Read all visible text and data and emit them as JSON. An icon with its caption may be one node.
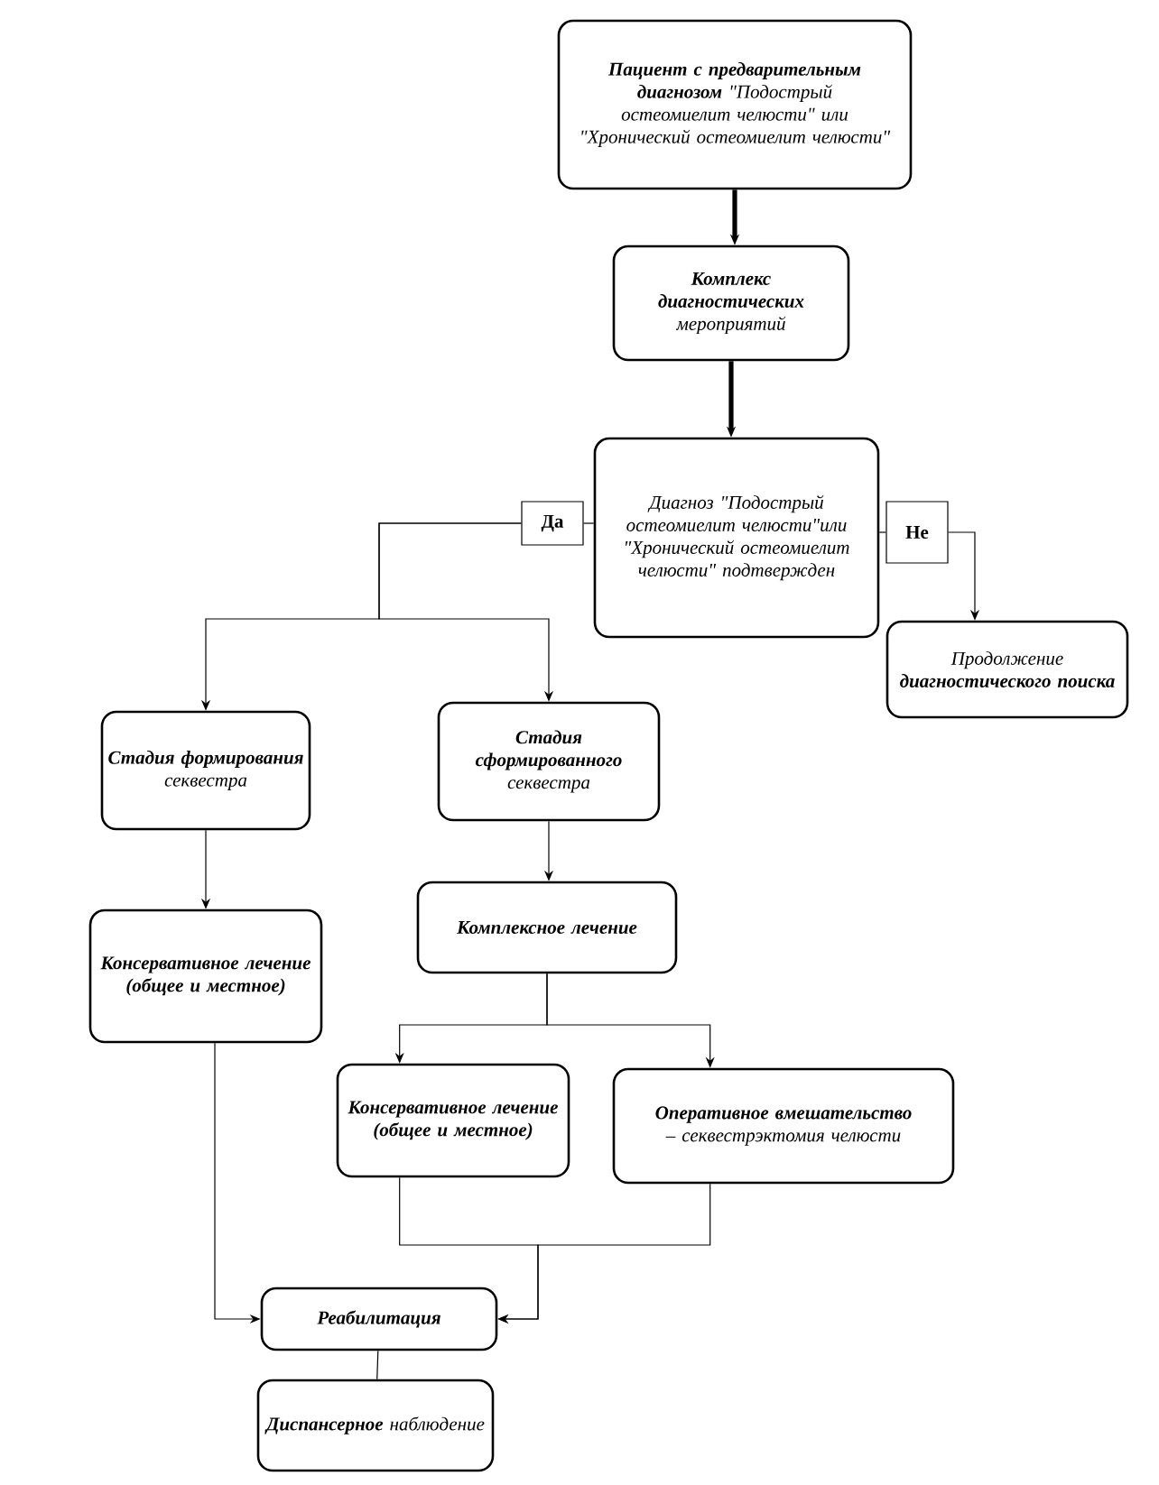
{
  "diagram": {
    "nodes": [
      {
        "text": [
          "**Пациент с предварительным диагнозом** \"Подострый остеомиелит челюсти\" или \"Хронический остеомиелит челюсти\""
        ]
      },
      {
        "text": [
          "**Комплекс диагностических** мероприятий"
        ]
      },
      {
        "text": [
          "Диагноз \"Подострый остеомиелит челюсти\"или \"Хронический остеомиелит челюсти\" подтвержден"
        ]
      },
      {
        "text": [
          "Да"
        ]
      },
      {
        "text": [
          "Не"
        ]
      },
      {
        "text": [
          "Продолжение **диагностического поиска**"
        ]
      },
      {
        "text": [
          "**Стадия формирования** секвестра"
        ]
      },
      {
        "text": [
          "**Стадия сформированного** секвестра"
        ]
      },
      {
        "text": [
          "Комплексное лечение"
        ]
      },
      {
        "text": [
          "Консервативное лечение (общее и местное)"
        ]
      },
      {
        "text": [
          "Консервативное лечение (общее и местное)"
        ]
      },
      {
        "text": [
          "**Оперативное вмешательство** – секвестрэктомия челюсти"
        ]
      },
      {
        "text": [
          "Реабилитация"
        ]
      },
      {
        "text": [
          "**Диспансерное** наблюдение"
        ]
      }
    ],
    "edges": [
      {
        "from": 0,
        "to": 1,
        "arrow": "to",
        "style": "thick"
      },
      {
        "from": 1,
        "to": 2,
        "arrow": "to",
        "style": "thick"
      },
      {
        "from": 2,
        "to": 3,
        "arrow": "none"
      },
      {
        "from": 3,
        "to": 6,
        "arrow": "to"
      },
      {
        "from": 3,
        "to": 7,
        "arrow": "to"
      },
      {
        "from": 2,
        "to": 4,
        "arrow": "none"
      },
      {
        "from": 4,
        "to": 5,
        "arrow": "to"
      },
      {
        "from": 6,
        "to": 9,
        "arrow": "to"
      },
      {
        "from": 7,
        "to": 8,
        "arrow": "to"
      },
      {
        "from": 8,
        "to": 10,
        "arrow": "to"
      },
      {
        "from": 8,
        "to": 11,
        "arrow": "to"
      },
      {
        "from": 9,
        "to": 12,
        "arrow": "to"
      },
      {
        "from": 10,
        "to": 12,
        "arrow": "to"
      },
      {
        "from": 11,
        "to": 12,
        "arrow": "to"
      },
      {
        "from": 12,
        "to": 13,
        "arrow": "none"
      }
    ]
  }
}
